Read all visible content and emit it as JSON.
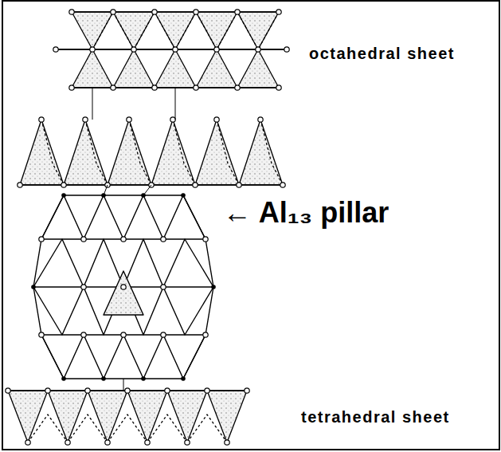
{
  "diagram": {
    "labels": [
      "octahedral sheet",
      "← Al₁₃ pillar",
      "tetrahedral sheet"
    ]
  }
}
